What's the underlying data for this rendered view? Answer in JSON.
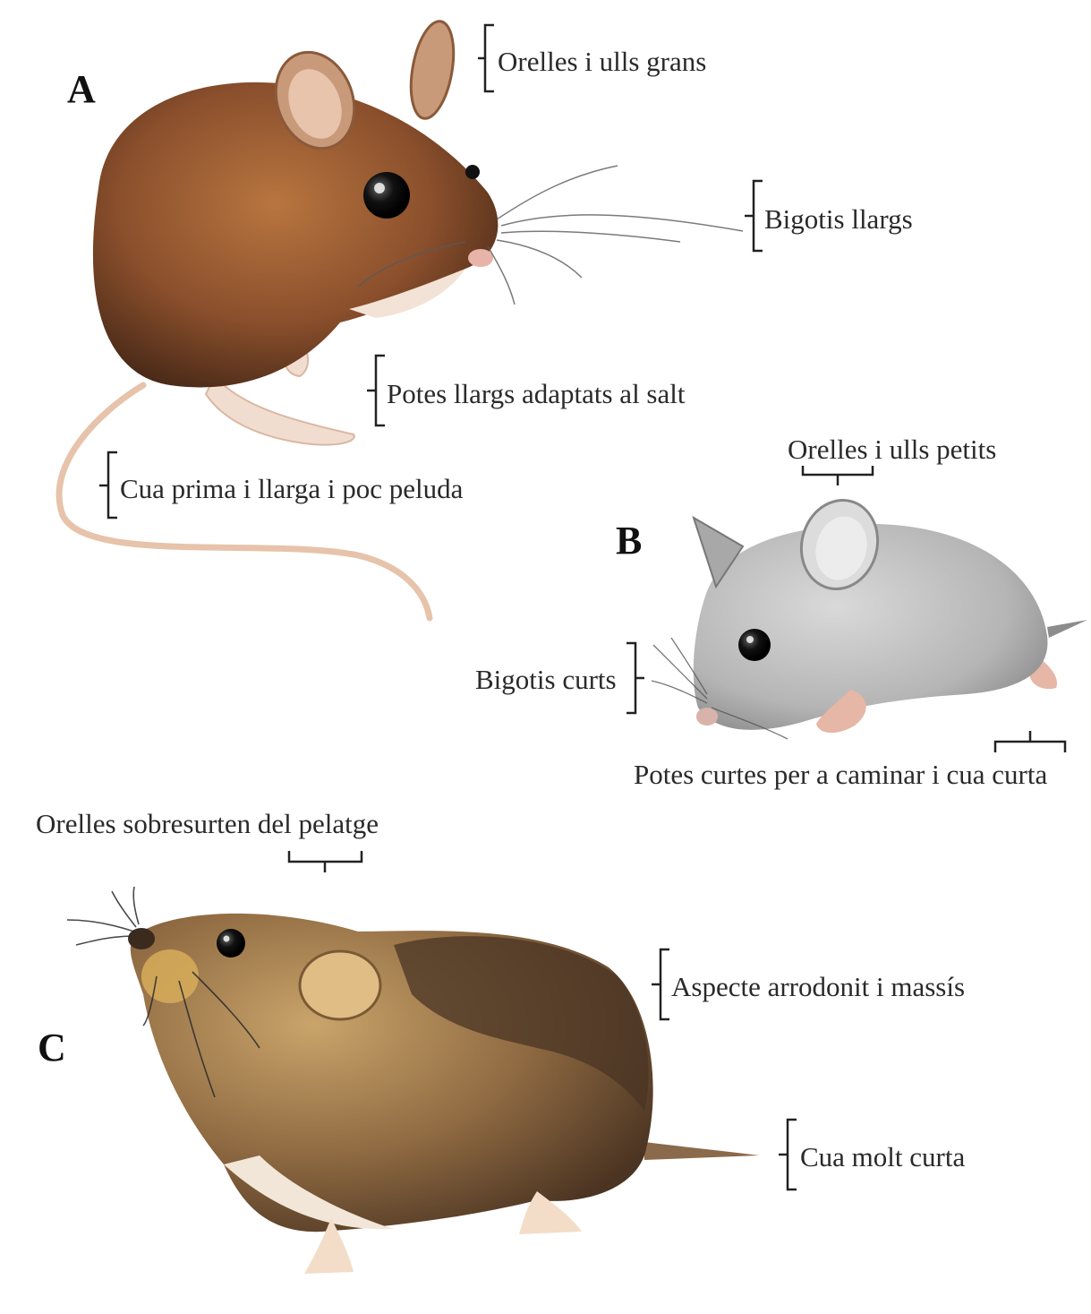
{
  "panels": {
    "a": {
      "letter": "A",
      "labels": {
        "ears_eyes": "Orelles i ulls grans",
        "whiskers": "Bigotis llargs",
        "legs": "Potes llargs adaptats al salt",
        "tail": "Cua prima i llarga i poc peluda"
      }
    },
    "b": {
      "letter": "B",
      "labels": {
        "ears_eyes": "Orelles i ulls petits",
        "whiskers": "Bigotis curts",
        "legs_tail": "Potes curtes per a caminar i cua curta"
      }
    },
    "c": {
      "letter": "C",
      "labels": {
        "ears": "Orelles sobresurten del pelatge",
        "shape": "Aspecte arrodonit i massís",
        "tail": "Cua molt curta"
      }
    }
  },
  "colors": {
    "mouse_a_fur": "#8a4f2c",
    "mouse_b_fur": "#b9b9b9",
    "mouse_c_fur": "#9a7a4e",
    "label_text": "#2a2a2a",
    "bracket": "#222222"
  }
}
